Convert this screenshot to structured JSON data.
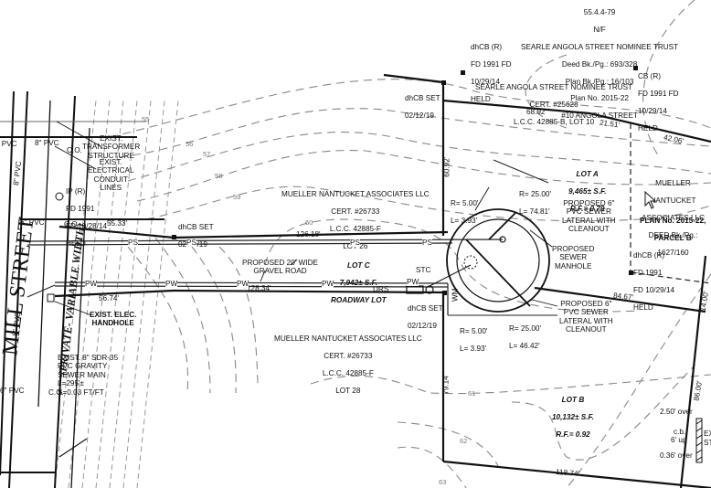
{
  "drawing": {
    "type": "site plan / subdivision plan",
    "street": {
      "name": "MILL STREET",
      "note": "(PRIVATE- VARIABLE WIDTH)"
    },
    "parcels": {
      "north_owner": {
        "map": "55.4.4-79",
        "nf": "N/F",
        "owner": "SEARLE ANGOLA STREET NOMINEE TRUST",
        "deed": "Deed Bk./Pg.: 693/328",
        "plan_bk": "Plan Bk./Pg.: 16/103",
        "plan_no": "Plan No. 2015-22",
        "address": "#10 ANGOLA STREET"
      },
      "lot10": {
        "owner": "SEARLE ANGOLA STREET NOMINEE TRUST",
        "cert": "CERT. #25628",
        "lcc": "L.C.C. 42885-B, LOT 10"
      },
      "lot26": {
        "owner": "MUELLER NANTUCKET ASSOCIATES LLC",
        "cert": "CERT. #26733",
        "lcc": "L.C.C. 42885-F",
        "lot": "LOT 26"
      },
      "lot28": {
        "owner": "MUELLER NANTUCKET ASSOCIATES LLC",
        "cert": "CERT. #26733",
        "lcc": "L.C.C. 42885-F",
        "lot": "LOT 28"
      },
      "lot_a": {
        "name": "LOT A",
        "area": "9,465± S.F.",
        "rf": "R.F.= 0.79"
      },
      "lot_b": {
        "name": "LOT B",
        "area": "10,132± S.F.",
        "rf": "R.F.= 0.92"
      },
      "lot_c": {
        "name": "LOT C",
        "area": "7,942± S.F.",
        "use": "ROADWAY LOT"
      },
      "parcel_b": {
        "owner_l1": "MUELLER",
        "owner_l2": "NANTUCKET",
        "owner_l3": "ASSOCIATES LLC",
        "deed": "DEED Bk./Pg.:",
        "deed_val": "1627/160",
        "plan": "PLAN No. 2015-22,",
        "parcel": "PARCEL B"
      }
    },
    "monuments": [
      {
        "id": "dhcb-r-top-left",
        "lines": [
          "dhCB (R)",
          "FD 1991 FD",
          "10/29/14",
          "HELD"
        ]
      },
      {
        "id": "cb-r-top-right",
        "lines": [
          "CB (R)",
          "FD 1991 FD",
          "10/29/14",
          "HELD"
        ]
      },
      {
        "id": "dhcb-set-north",
        "lines": [
          "dhCB SET",
          "02/12/19"
        ]
      },
      {
        "id": "dhcb-set-west",
        "lines": [
          "dhCB SET",
          "02/12/19"
        ]
      },
      {
        "id": "dhcb-set-south",
        "lines": [
          "dhCB SET",
          "02/12/19"
        ]
      },
      {
        "id": "ip-r",
        "lines": [
          "IP (R)",
          "FD 1991",
          "FD 10/28/14",
          "HELD"
        ]
      },
      {
        "id": "dhcb-r-east",
        "lines": [
          "dhCB (R)",
          "FD 1991",
          "FD 10/29/14",
          "HELD"
        ]
      }
    ],
    "dimensions": {
      "d1": "55.33'",
      "d2": "126.18'",
      "d3": "128.34'",
      "d4": "56.74'",
      "d5": "68.92'",
      "d6": "21.51'",
      "d7": "42.06'",
      "d8": "60.92'",
      "d9": "84.67'",
      "d10": "79.14'",
      "d11": "118.74'",
      "d12": "14.00'",
      "d13": "86.00'"
    },
    "curves": {
      "c1_r": "R= 5.00'",
      "c1_l": "L= 3.93'",
      "c2_r": "R= 25.00'",
      "c2_l": "L= 74.81'",
      "c3_r": "R= 5.00'",
      "c3_l": "L= 3.93'",
      "c4_r": "R= 25.00'",
      "c4_l": "L= 46.42'"
    },
    "utilities": {
      "transformer": "EXIST.\nTRANSFORMER\nSTRUCTURE",
      "conduit": "EXIST.\nELECTRICAL\nCONDUIT\nLINES",
      "co": "C.O.",
      "co2": "C.O.",
      "co3": "C.O.",
      "handhole": "EXIST. ELEC.\nHANDHOLE",
      "sewer_main": "EXIST. 8\" SDR-35\nPVC GRAVITY\nSEWER MAIN\nL=295'±\nS=0.03 FT/FT",
      "gravel_road": "PROPOSED 20' WIDE\nGRAVEL ROAD",
      "sewer_lateral_1": "PROPOSED 6\"\nPVC SEWER\nLATERAL WITH\nCLEANOUT",
      "sewer_lateral_2": "PROPOSED 6\"\nPVC SEWER\nLATERAL WITH\nCLEANOUT",
      "manhole": "PROPOSED\nSEWER\nMANHOLE",
      "stc": "STC",
      "urs": "URS",
      "pvc_a": "6\" PVC",
      "pvc_b": "8\" PVC",
      "pvc_c": "6\" PVC",
      "pvc_d": "8\" PVC",
      "pvc_e": "6\" PVC",
      "pvc_f": "8\" PVC",
      "ps": "PS",
      "pw": "PW",
      "wm": "WM"
    },
    "wall_notes": {
      "over1": "2.50' over",
      "cb": "c.b.",
      "up": "6' up",
      "over2": "0.36' over",
      "ex": "EX",
      "st": "ST"
    },
    "contours": [
      "55",
      "56",
      "57",
      "58",
      "59",
      "60",
      "61",
      "62",
      "63"
    ]
  }
}
